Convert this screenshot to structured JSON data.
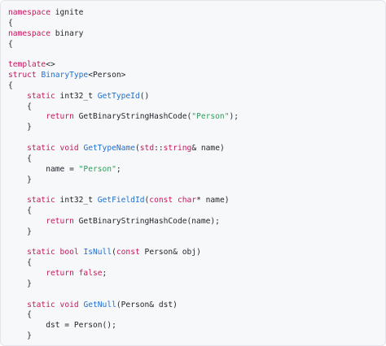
{
  "colors": {
    "background": "#f7f8fa",
    "text": "#1f2328",
    "keyword": "#c2185b",
    "function": "#1f6fd1",
    "string": "#2e9e5b"
  },
  "lines": [
    [
      {
        "k": "kw",
        "t": "namespace"
      },
      {
        "k": "plain",
        "t": " ignite"
      }
    ],
    [
      {
        "k": "plain",
        "t": "{"
      }
    ],
    [
      {
        "k": "kw",
        "t": "namespace"
      },
      {
        "k": "plain",
        "t": " binary"
      }
    ],
    [
      {
        "k": "plain",
        "t": "{"
      }
    ],
    [],
    [
      {
        "k": "kw",
        "t": "template"
      },
      {
        "k": "plain",
        "t": "<>"
      }
    ],
    [
      {
        "k": "kw",
        "t": "struct"
      },
      {
        "k": "plain",
        "t": " "
      },
      {
        "k": "fn",
        "t": "BinaryType"
      },
      {
        "k": "plain",
        "t": "<Person>"
      }
    ],
    [
      {
        "k": "plain",
        "t": "{"
      }
    ],
    [
      {
        "k": "plain",
        "t": "    "
      },
      {
        "k": "kw",
        "t": "static"
      },
      {
        "k": "plain",
        "t": " int32_t "
      },
      {
        "k": "fn",
        "t": "GetTypeId"
      },
      {
        "k": "plain",
        "t": "()"
      }
    ],
    [
      {
        "k": "plain",
        "t": "    {"
      }
    ],
    [
      {
        "k": "plain",
        "t": "        "
      },
      {
        "k": "kw",
        "t": "return"
      },
      {
        "k": "plain",
        "t": " GetBinaryStringHashCode("
      },
      {
        "k": "str",
        "t": "\"Person\""
      },
      {
        "k": "plain",
        "t": ");"
      }
    ],
    [
      {
        "k": "plain",
        "t": "    }"
      }
    ],
    [],
    [
      {
        "k": "plain",
        "t": "    "
      },
      {
        "k": "kw",
        "t": "static"
      },
      {
        "k": "plain",
        "t": " "
      },
      {
        "k": "kw",
        "t": "void"
      },
      {
        "k": "plain",
        "t": " "
      },
      {
        "k": "fn",
        "t": "GetTypeName"
      },
      {
        "k": "plain",
        "t": "("
      },
      {
        "k": "kw",
        "t": "std"
      },
      {
        "k": "plain",
        "t": "::"
      },
      {
        "k": "kw",
        "t": "string"
      },
      {
        "k": "plain",
        "t": "& name)"
      }
    ],
    [
      {
        "k": "plain",
        "t": "    {"
      }
    ],
    [
      {
        "k": "plain",
        "t": "        name = "
      },
      {
        "k": "str",
        "t": "\"Person\""
      },
      {
        "k": "plain",
        "t": ";"
      }
    ],
    [
      {
        "k": "plain",
        "t": "    }"
      }
    ],
    [],
    [
      {
        "k": "plain",
        "t": "    "
      },
      {
        "k": "kw",
        "t": "static"
      },
      {
        "k": "plain",
        "t": " int32_t "
      },
      {
        "k": "fn",
        "t": "GetFieldId"
      },
      {
        "k": "plain",
        "t": "("
      },
      {
        "k": "kw",
        "t": "const"
      },
      {
        "k": "plain",
        "t": " "
      },
      {
        "k": "kw",
        "t": "char"
      },
      {
        "k": "plain",
        "t": "* name)"
      }
    ],
    [
      {
        "k": "plain",
        "t": "    {"
      }
    ],
    [
      {
        "k": "plain",
        "t": "        "
      },
      {
        "k": "kw",
        "t": "return"
      },
      {
        "k": "plain",
        "t": " GetBinaryStringHashCode(name);"
      }
    ],
    [
      {
        "k": "plain",
        "t": "    }"
      }
    ],
    [],
    [
      {
        "k": "plain",
        "t": "    "
      },
      {
        "k": "kw",
        "t": "static"
      },
      {
        "k": "plain",
        "t": " "
      },
      {
        "k": "kw",
        "t": "bool"
      },
      {
        "k": "plain",
        "t": " "
      },
      {
        "k": "fn",
        "t": "IsNull"
      },
      {
        "k": "plain",
        "t": "("
      },
      {
        "k": "kw",
        "t": "const"
      },
      {
        "k": "plain",
        "t": " Person& obj)"
      }
    ],
    [
      {
        "k": "plain",
        "t": "    {"
      }
    ],
    [
      {
        "k": "plain",
        "t": "        "
      },
      {
        "k": "kw",
        "t": "return"
      },
      {
        "k": "plain",
        "t": " "
      },
      {
        "k": "kw",
        "t": "false"
      },
      {
        "k": "plain",
        "t": ";"
      }
    ],
    [
      {
        "k": "plain",
        "t": "    }"
      }
    ],
    [],
    [
      {
        "k": "plain",
        "t": "    "
      },
      {
        "k": "kw",
        "t": "static"
      },
      {
        "k": "plain",
        "t": " "
      },
      {
        "k": "kw",
        "t": "void"
      },
      {
        "k": "plain",
        "t": " "
      },
      {
        "k": "fn",
        "t": "GetNull"
      },
      {
        "k": "plain",
        "t": "(Person& dst)"
      }
    ],
    [
      {
        "k": "plain",
        "t": "    {"
      }
    ],
    [
      {
        "k": "plain",
        "t": "        dst = Person();"
      }
    ],
    [
      {
        "k": "plain",
        "t": "    }"
      }
    ]
  ]
}
